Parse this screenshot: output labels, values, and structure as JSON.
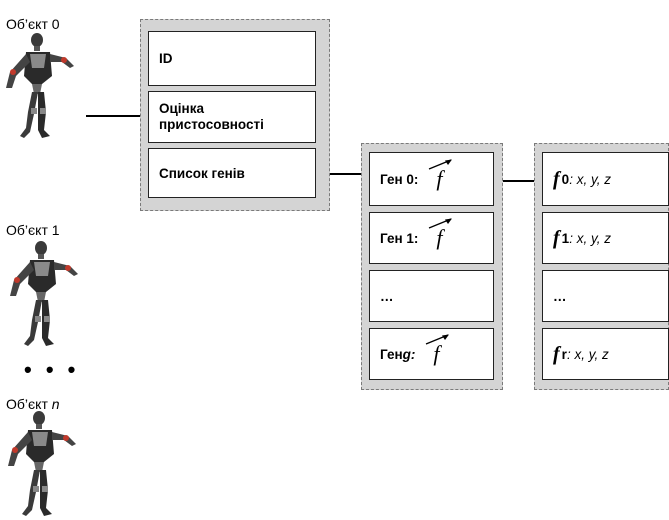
{
  "objects": [
    {
      "label": "Об’єкт 0"
    },
    {
      "label": "Об’єкт 1"
    },
    {
      "label_prefix": "Об’єкт ",
      "label_var": "n"
    }
  ],
  "ellipsis_dots": "• • •",
  "record": {
    "id": "ID",
    "fitness_line1": "Оцінка",
    "fitness_line2": "пристосовності",
    "genes": "Список генів"
  },
  "genes": [
    {
      "prefix": "Ген 0:",
      "symbol": "f"
    },
    {
      "prefix": "Ген 1:",
      "symbol": "f"
    },
    {
      "text": "…"
    },
    {
      "prefix": "Ген ",
      "index": "g",
      "colon": ":",
      "symbol": "f"
    }
  ],
  "functions": [
    {
      "symbol": "f",
      "index": "0",
      "args": ": x, y, z"
    },
    {
      "symbol": "f",
      "index": "1",
      "args": ": x, y, z"
    },
    {
      "text": "…"
    },
    {
      "symbol": "f",
      "index": "r",
      "args": ": x, y, z"
    }
  ]
}
